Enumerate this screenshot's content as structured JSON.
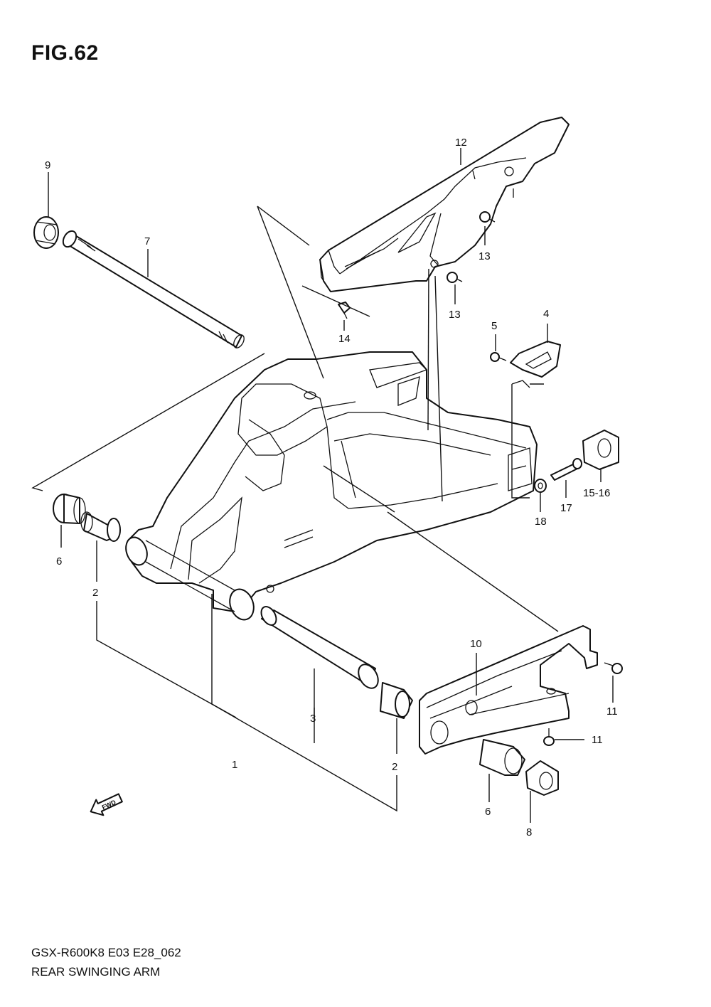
{
  "figure": {
    "title": "FIG.62",
    "model_code": "GSX-R600K8 E03 E28_062",
    "name": "REAR SWINGING ARM"
  },
  "fwd_badge": "FWD",
  "callouts": [
    "12",
    "9",
    "7",
    "13",
    "13",
    "14",
    "5",
    "4",
    "15-16",
    "17",
    "18",
    "6",
    "2",
    "10",
    "11",
    "11",
    "3",
    "1",
    "2",
    "6",
    "8"
  ],
  "parts": [
    {
      "id": "swingarm",
      "name": "swingarm-body"
    },
    {
      "id": "chain-cover",
      "name": "chain-cover"
    },
    {
      "id": "pivot-shaft",
      "name": "pivot-shaft"
    }
  ]
}
